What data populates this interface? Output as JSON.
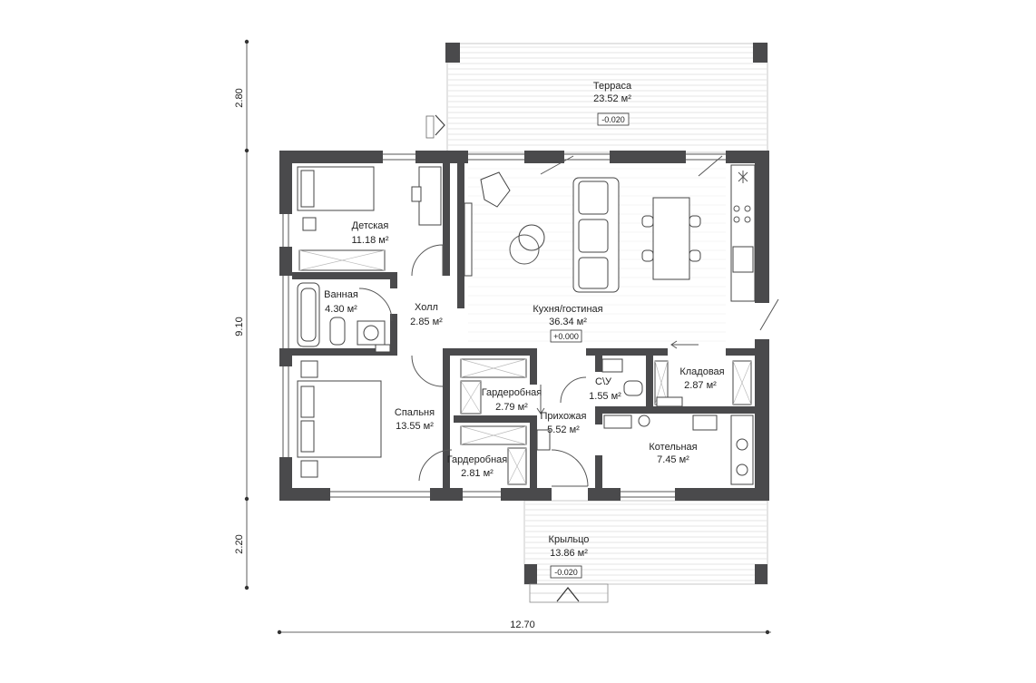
{
  "dimensions": {
    "height_top": "2.80",
    "height_middle": "9.10",
    "height_bottom": "2.20",
    "width_total": "12.70"
  },
  "rooms": {
    "terrace": {
      "name": "Терраса",
      "area": "23.52 м²",
      "level": "-0.020"
    },
    "kids": {
      "name": "Детская",
      "area": "11.18 м²"
    },
    "bath": {
      "name": "Ванная",
      "area": "4.30 м²"
    },
    "hall": {
      "name": "Холл",
      "area": "2.85 м²"
    },
    "living": {
      "name": "Кухня/гостиная",
      "area": "36.34 м²",
      "level": "+0.000"
    },
    "bedroom": {
      "name": "Спальня",
      "area": "13.55 м²"
    },
    "wardrobe1": {
      "name": "Гардеробная",
      "area": "2.79 м²"
    },
    "wardrobe2": {
      "name": "Гардеробная",
      "area": "2.81 м²"
    },
    "wc": {
      "name": "С\\У",
      "area": "1.55 м²"
    },
    "pantry": {
      "name": "Кладовая",
      "area": "2.87 м²"
    },
    "entrance": {
      "name": "Прихожая",
      "area": "5.52 м²"
    },
    "boiler": {
      "name": "Котельная",
      "area": "7.45 м²"
    },
    "porch": {
      "name": "Крыльцо",
      "area": "13.86 м²",
      "level": "-0.020"
    }
  },
  "colors": {
    "wall": "#4a4a4c",
    "deck_lines": "#cccccc",
    "text": "#222222"
  }
}
